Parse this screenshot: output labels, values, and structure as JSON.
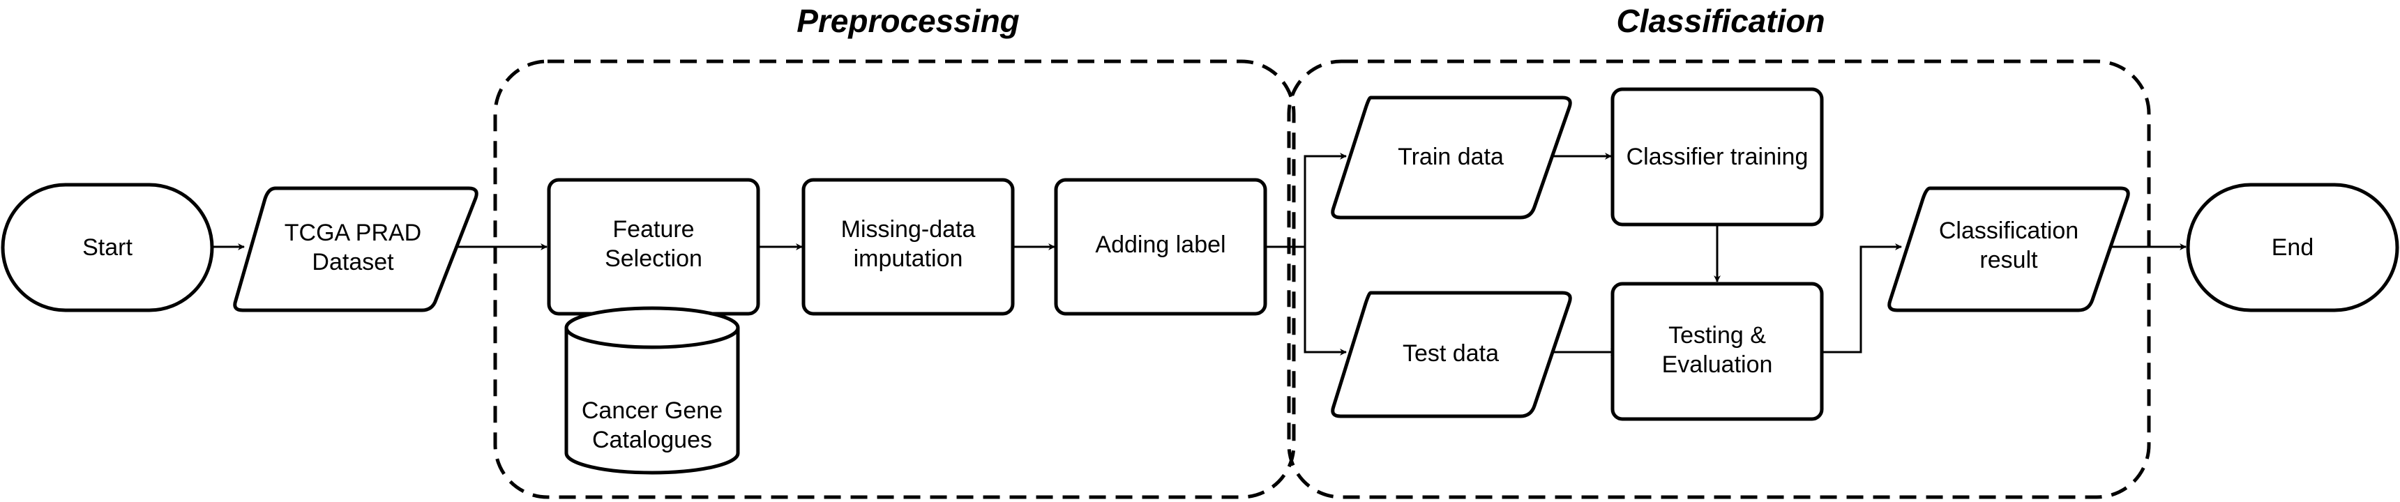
{
  "groups": {
    "preprocessing": "Preprocessing",
    "classification": "Classification"
  },
  "nodes": {
    "start": "Start",
    "dataset": [
      "TCGA PRAD",
      "Dataset"
    ],
    "feature_selection": [
      "Feature",
      "Selection"
    ],
    "catalogues": [
      "Cancer Gene",
      "Catalogues"
    ],
    "imputation": [
      "Missing-data",
      "imputation"
    ],
    "adding_label": "Adding label",
    "train_data": "Train data",
    "test_data": "Test data",
    "classifier_training": "Classifier training",
    "testing": [
      "Testing &",
      "Evaluation"
    ],
    "result": [
      "Classification",
      "result"
    ],
    "end": "End"
  }
}
